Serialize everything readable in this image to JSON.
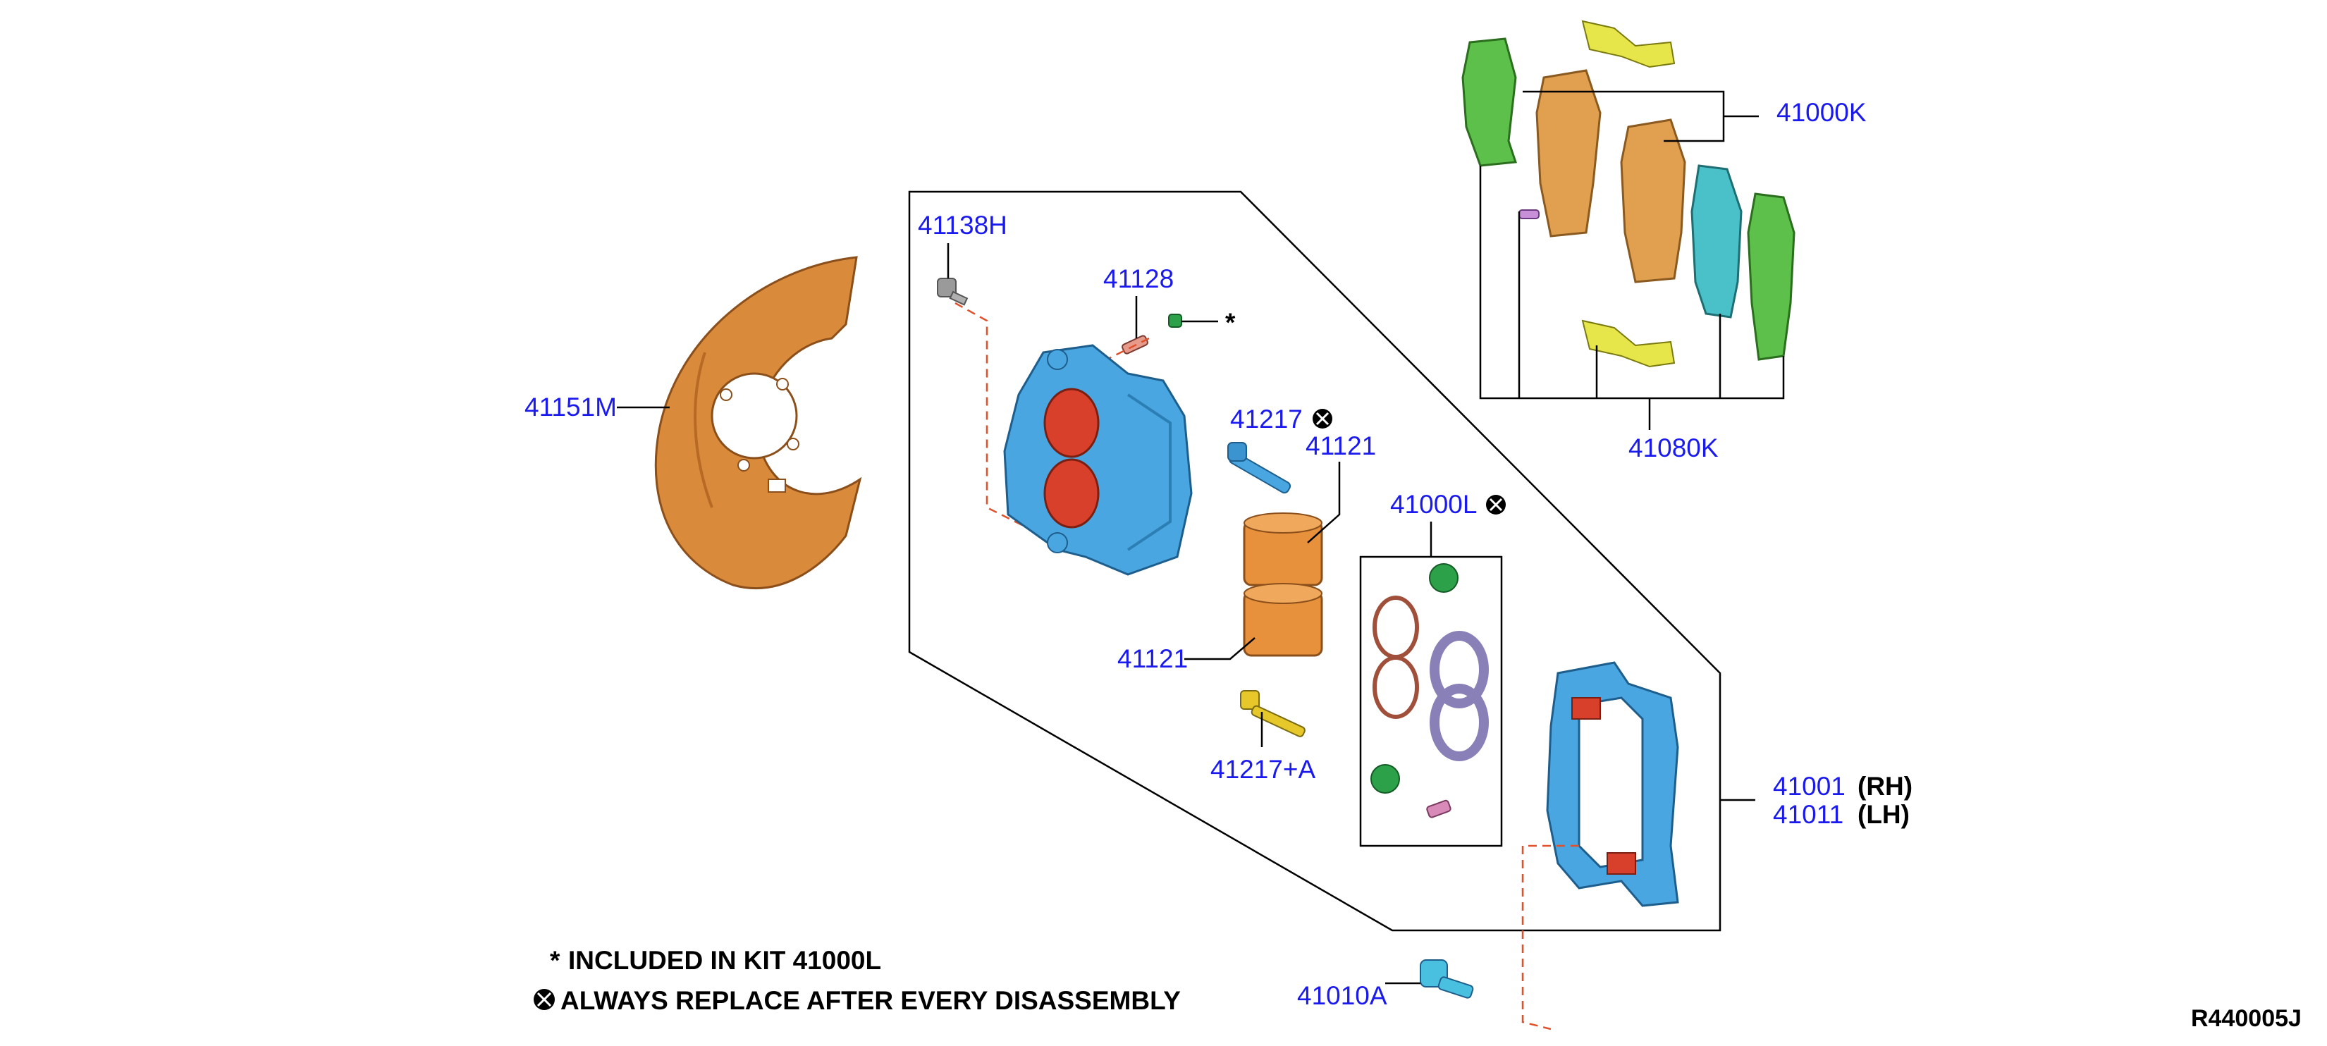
{
  "callouts": {
    "c41138H": "41138H",
    "c41128": "41128",
    "c41151M": "41151M",
    "c41217": "41217",
    "c41121a": "41121",
    "c41121b": "41121",
    "c41000L": "41000L",
    "c41217A": "41217+A",
    "c41001": "41001",
    "c41011": "41011",
    "c41010A": "41010A",
    "c41000K": "41000K",
    "c41080K": "41080K"
  },
  "sides": {
    "rh": "(RH)",
    "lh": "(LH)"
  },
  "markers": {
    "asterisk": "*"
  },
  "legend": {
    "kit_note": "INCLUDED IN KIT 41000L",
    "replace_note": "ALWAYS REPLACE AFTER EVERY DISASSEMBLY"
  },
  "reference_code": "R440005J",
  "colors": {
    "callout_text": "#1a1aee",
    "caliper_blue": "#4aa6e0",
    "piston_orange": "#e8913c",
    "pad_tan": "#e0a050",
    "shim_green": "#5cc04a",
    "clip_yellow": "#e6e64a",
    "shim_teal": "#4ac0c8",
    "seal_red": "#d8402c",
    "guide_dash": "#e0502a"
  }
}
